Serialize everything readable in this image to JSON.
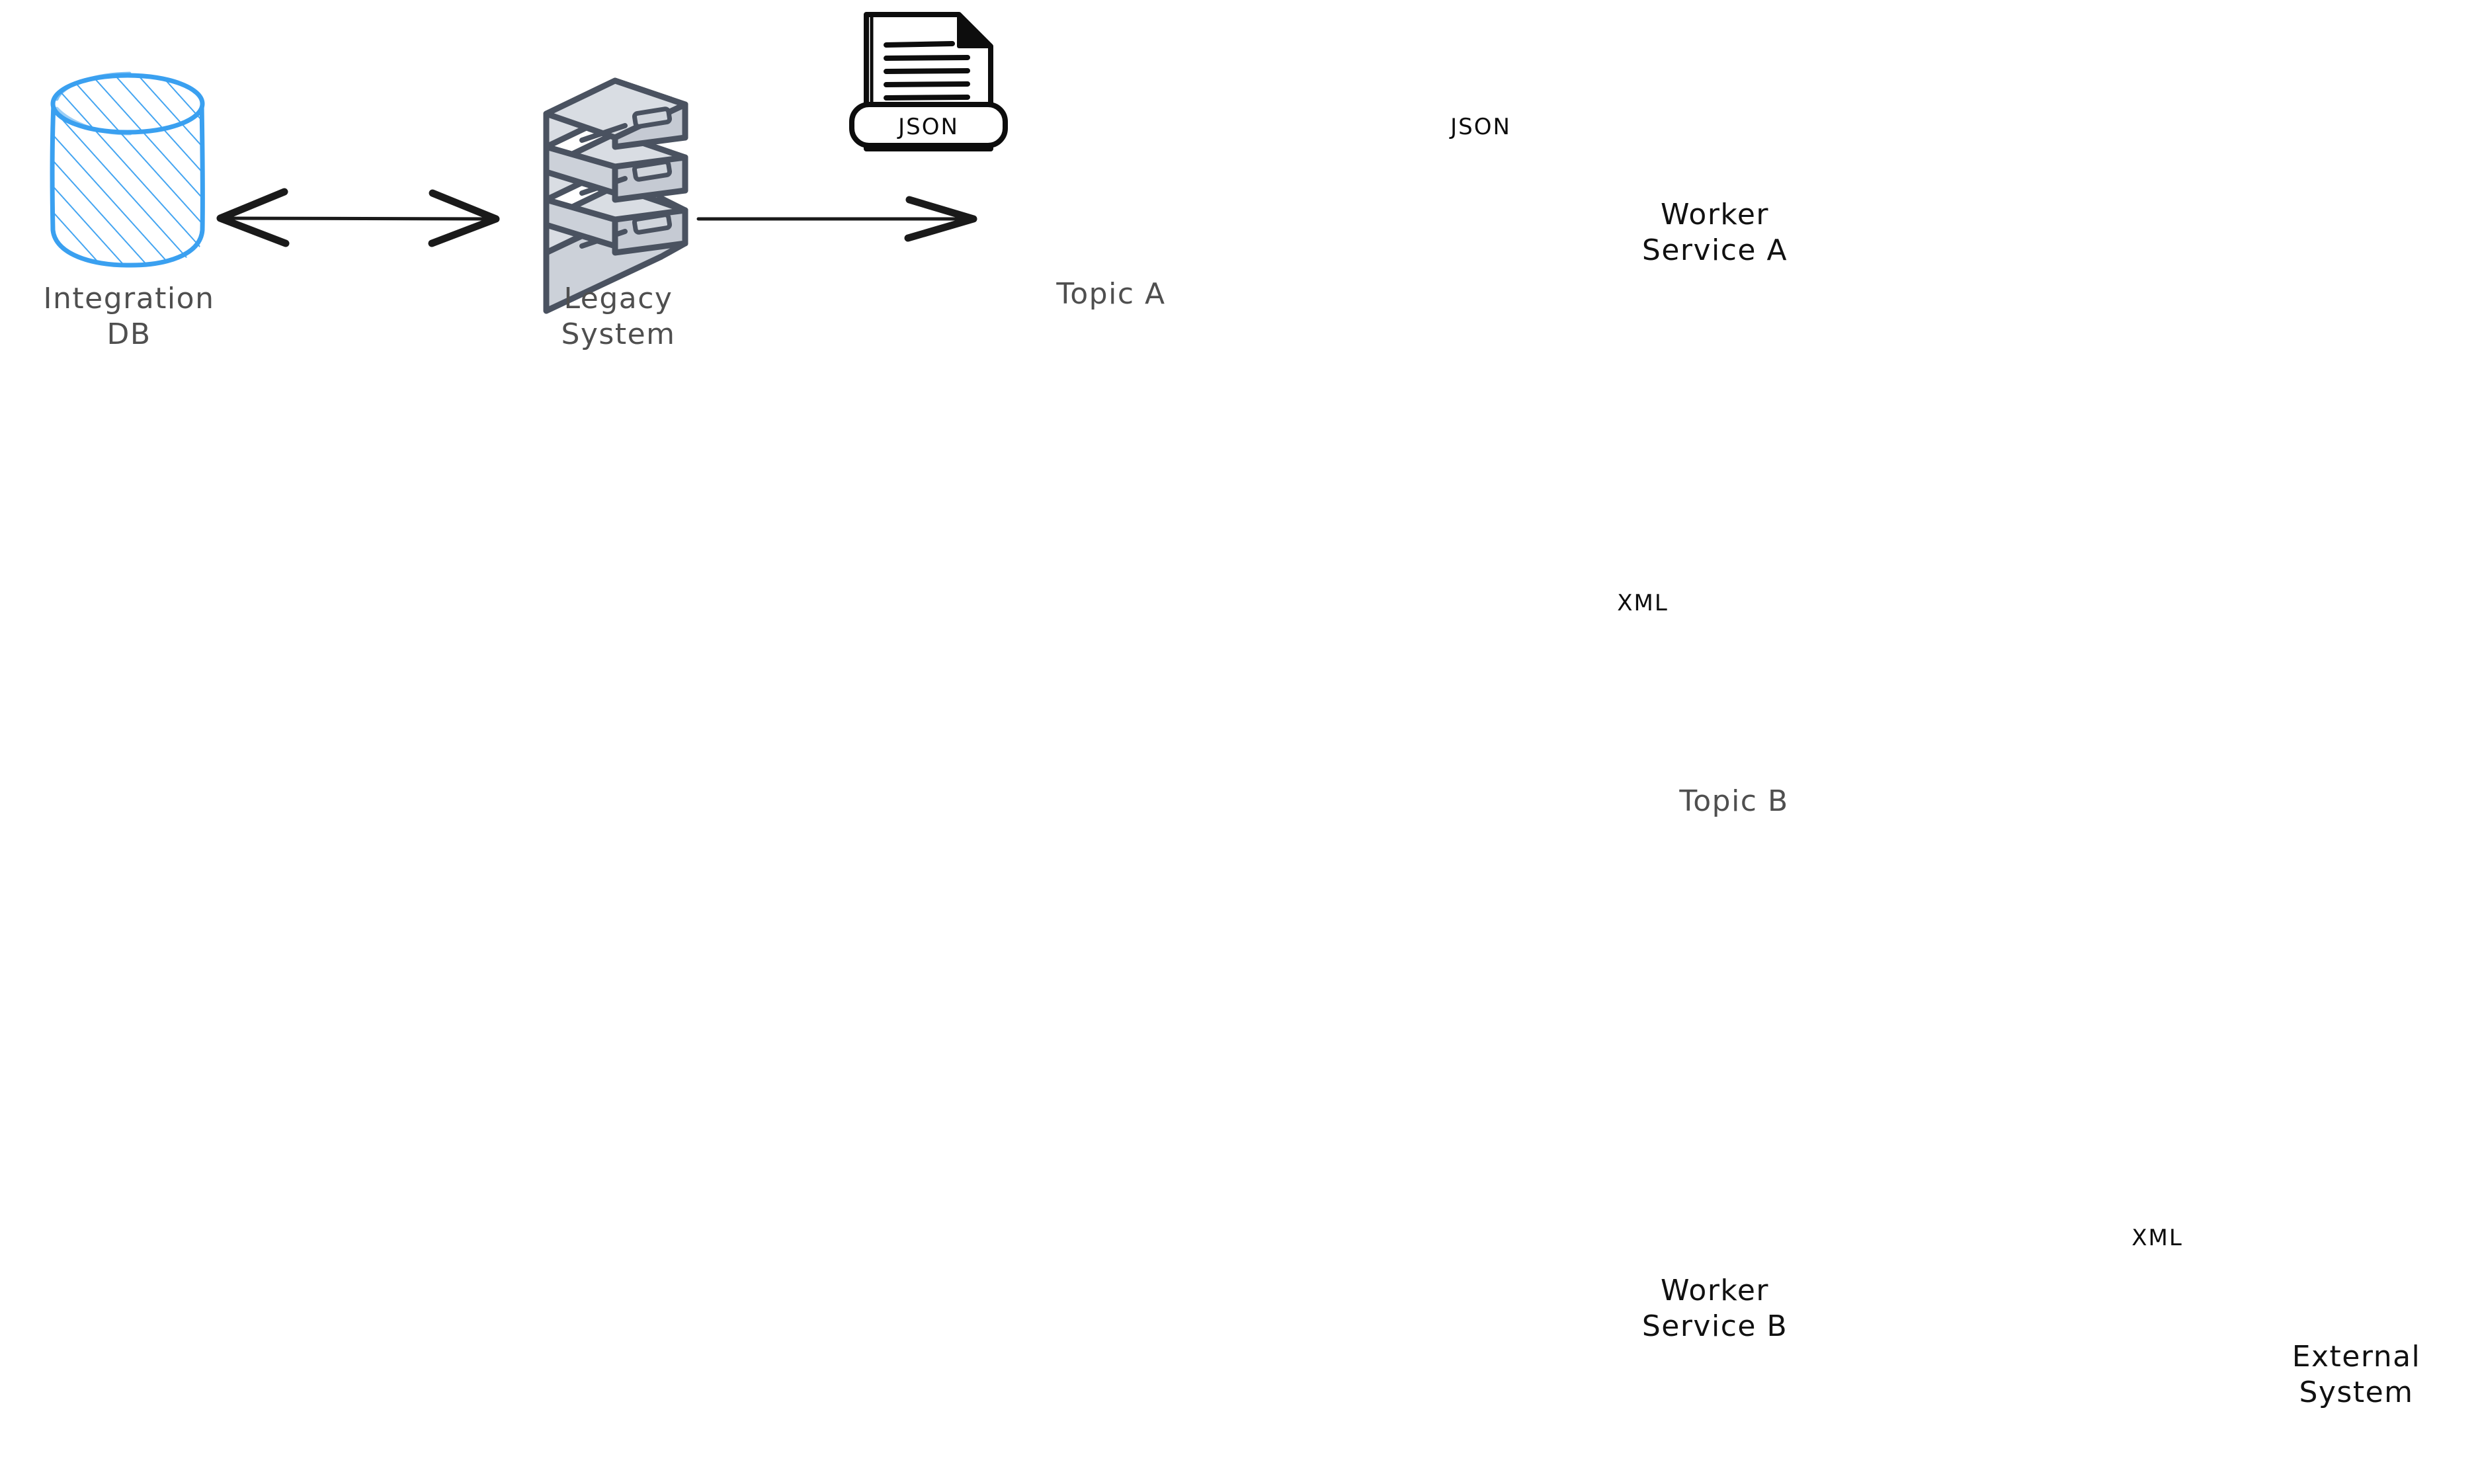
{
  "diagram": {
    "title": "Legacy System to External System event-driven integration",
    "background_color": "#ffffff",
    "style": "hand-drawn sketch"
  },
  "colors": {
    "database_blue": "#3aa0f0",
    "cloud_blue": "#1c72c4",
    "topic_green_outline": "#0e7a4d",
    "topic_green_hatch": "#3cb558",
    "service_orange": "#f2b35e",
    "service_orange_fill": "#fbdfab",
    "server_gray_fill": "#ccd1d9",
    "server_gray_stroke": "#4a5260",
    "arrow_black": "#1a1a1a",
    "label_gray": "#4f4f4f",
    "label_black": "#111111"
  },
  "nodes": [
    {
      "id": "integration-db",
      "label": "Integration\nDB",
      "shape": "cylinder",
      "color": "#3aa0f0",
      "label_color": "#4f4f4f"
    },
    {
      "id": "legacy-system",
      "label": "Legacy\nSystem",
      "shape": "server-stack",
      "color": "#4a5260",
      "label_color": "#4f4f4f"
    },
    {
      "id": "topic-a",
      "label": "Topic A",
      "shape": "queue-cylinder",
      "color": "#0e7a4d",
      "label_color": "#4f4f4f"
    },
    {
      "id": "worker-service-a",
      "label": "Worker\nService A",
      "shape": "stacked-rounded-rect",
      "color": "#f2b35e",
      "label_color": "#111111"
    },
    {
      "id": "topic-b",
      "label": "Topic B",
      "shape": "queue-cylinder",
      "color": "#0e7a4d",
      "label_color": "#4f4f4f"
    },
    {
      "id": "worker-service-b",
      "label": "Worker\nService B",
      "shape": "stacked-rounded-rect",
      "color": "#f2b35e",
      "label_color": "#111111"
    },
    {
      "id": "external-system",
      "label": "External\nSystem",
      "shape": "cloud",
      "color": "#1c72c4",
      "label_color": "#111111"
    }
  ],
  "documents": [
    {
      "id": "doc-json-1",
      "format": "JSON",
      "on_edge": "legacy-system -> topic-a"
    },
    {
      "id": "doc-json-2",
      "format": "JSON",
      "on_edge": "topic-a -> worker-service-a"
    },
    {
      "id": "doc-xml-1",
      "format": "XML",
      "on_edge": "worker-service-a -> topic-b"
    },
    {
      "id": "doc-xml-2",
      "format": "XML",
      "on_edge": "worker-service-b -> external-system"
    }
  ],
  "edges": [
    {
      "id": "edge-db-legacy",
      "from": "integration-db",
      "to": "legacy-system",
      "direction": "bidirectional",
      "orientation": "horizontal"
    },
    {
      "id": "edge-legacy-topica",
      "from": "legacy-system",
      "to": "topic-a",
      "direction": "forward",
      "orientation": "horizontal"
    },
    {
      "id": "edge-topica-workera",
      "from": "topic-a",
      "to": "worker-service-a",
      "direction": "forward",
      "orientation": "horizontal"
    },
    {
      "id": "edge-workera-topicb",
      "from": "worker-service-a",
      "to": "topic-b",
      "direction": "forward",
      "orientation": "vertical"
    },
    {
      "id": "edge-topicb-workerb",
      "from": "topic-b",
      "to": "worker-service-b",
      "direction": "forward",
      "orientation": "vertical"
    },
    {
      "id": "edge-workerb-external",
      "from": "worker-service-b",
      "to": "external-system",
      "direction": "forward",
      "orientation": "horizontal"
    }
  ]
}
